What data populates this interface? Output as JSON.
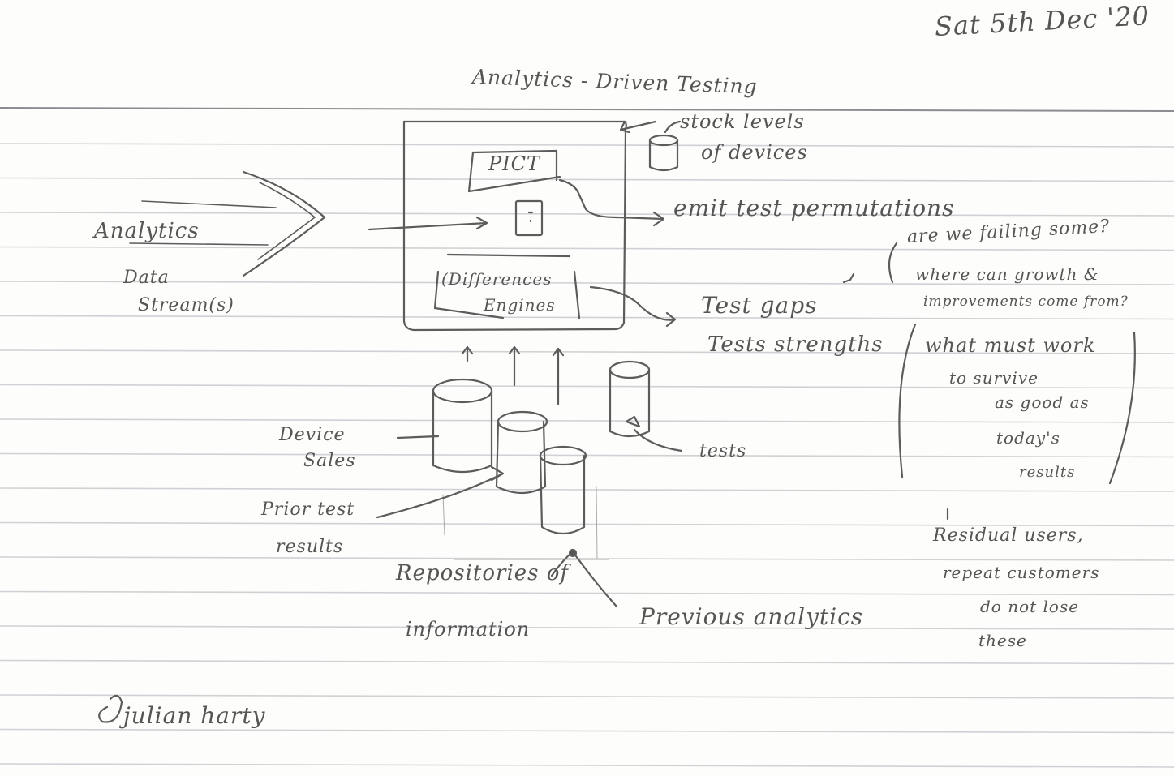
{
  "date": "Sat 5th Dec '20",
  "title": "Analytics - Driven Testing",
  "box": {
    "pict": "PICT",
    "differences_engines": [
      "(Differences",
      "Engines"
    ]
  },
  "left": {
    "analytics": "Analytics",
    "data": "Data",
    "streams": "Stream(s)"
  },
  "right": {
    "stock_levels": [
      "stock levels",
      "of devices"
    ],
    "emit": "emit test permutations",
    "gaps": "Test gaps",
    "strengths": "Tests strengths",
    "question1": [
      "are we failing some?",
      "where can growth &",
      "improvements come from?"
    ],
    "question2": [
      "what must work",
      "to survive",
      "as good as",
      "today's",
      "results"
    ],
    "residual": [
      "Residual users,",
      "repeat customers",
      "do not lose",
      "these"
    ]
  },
  "bottom": {
    "device_sales": [
      "Device",
      "Sales"
    ],
    "prior_results": [
      "Prior test",
      "results"
    ],
    "tests": "tests",
    "repositories": [
      "Repositories of",
      "information"
    ],
    "previous_analytics": "Previous analytics"
  },
  "signature": "julian harty",
  "colors": {
    "paper": "#fdfdfb",
    "rule": "#cdd0d3",
    "pencil": "#555555"
  }
}
